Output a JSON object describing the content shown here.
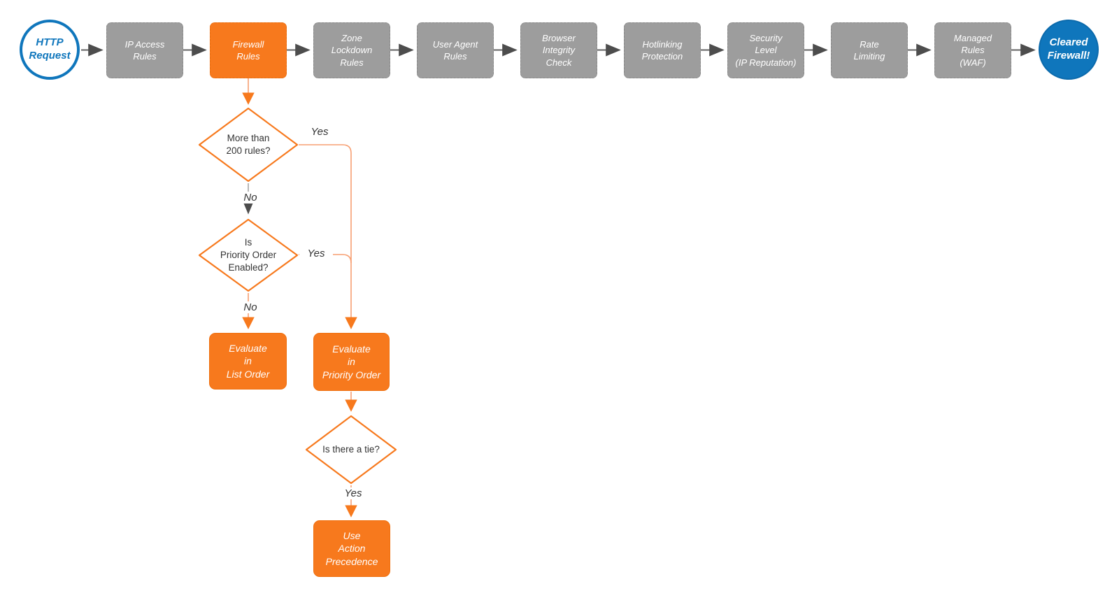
{
  "colors": {
    "orange_fill": "#f7791d",
    "orange_line": "#f79f72",
    "gray_fill": "#9d9d9d",
    "gray_line": "#a0a0a0",
    "blue": "#0f76bc",
    "dark_arrow": "#4d4d4d",
    "text_dark": "#333333",
    "text_light": "#ffffff"
  },
  "pipeline": {
    "start": "HTTP\nRequest",
    "stages": [
      "IP Access\nRules",
      "Firewall\nRules",
      "Zone\nLockdown\nRules",
      "User Agent\nRules",
      "Browser\nIntegrity\nCheck",
      "Hotlinking\nProtection",
      "Security\nLevel\n(IP Reputation)",
      "Rate\nLimiting",
      "Managed\nRules\n(WAF)"
    ],
    "end": "Cleared\nFirewall!"
  },
  "decisions": {
    "rules_count": "More than\n200 rules?",
    "priority_enabled": "Is\nPriority Order\nEnabled?",
    "tie": "Is there a tie?"
  },
  "processes": {
    "list_order": "Evaluate\nin\nList Order",
    "priority_order": "Evaluate\nin\nPriority Order",
    "action_precedence": "Use\nAction\nPrecedence"
  },
  "edge_labels": {
    "rules_yes": "Yes",
    "rules_no": "No",
    "priority_yes": "Yes",
    "priority_no": "No",
    "tie_yes": "Yes"
  }
}
